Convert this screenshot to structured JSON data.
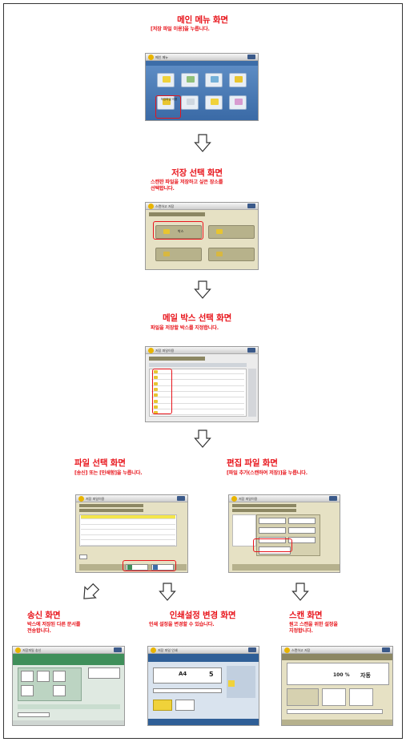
{
  "steps": {
    "main_menu": {
      "title": "메인 메뉴 화면",
      "desc": [
        "[저장 파일 이용]을 누릅니다."
      ]
    },
    "storage_select": {
      "title": "저장 선택 화면",
      "desc": [
        "스캔한 파일을 저장하고 싶은 장소를",
        "선택합니다."
      ]
    },
    "mailbox_select": {
      "title": "메일 박스 선택 화면",
      "desc": [
        "파일을 저장할 박스를 지정합니다."
      ]
    },
    "file_select": {
      "title": "파일 선택 화면",
      "desc": [
        "[송신] 또는 [인쇄함]을 누릅니다."
      ]
    },
    "edit_file": {
      "title": "편집 파일 화면",
      "desc": [
        "[파일 추가(스캔하여 저장)]을 누릅니다."
      ]
    },
    "send": {
      "title": "송신 화면",
      "desc": [
        "박스에 저장된 다른 문서를",
        "전송합니다."
      ]
    },
    "print_settings": {
      "title": "인쇄설정 변경 화면",
      "desc": [
        "인쇄 설정을 변경할 수 있습니다."
      ]
    },
    "scan": {
      "title": "스캔 화면",
      "desc": [
        "원고 스캔을 위한 설정을",
        "지정합니다."
      ]
    }
  },
  "screens": {
    "main_menu": {
      "tile_label": "저장파일 이용"
    },
    "storage_select": {
      "box_label": "박스"
    },
    "print_settings": {
      "paper": "A4",
      "copies": "5"
    },
    "scan": {
      "zoom": "100 %",
      "mode": "자동"
    }
  },
  "colors": {
    "accent": "#e8141b",
    "screen_blue": "#2f5f97",
    "screen_green": "#3f8f5a"
  }
}
